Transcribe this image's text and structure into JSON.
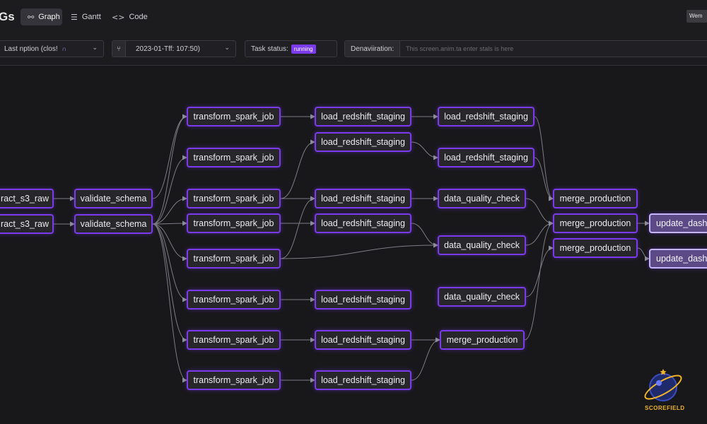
{
  "header": {
    "title": "Gs",
    "tabs": [
      {
        "label": "Graph",
        "icon": "graph-icon",
        "active": true
      },
      {
        "label": "Gantt",
        "icon": "gantt-icon",
        "active": false
      },
      {
        "label": "Code",
        "icon": "code-icon",
        "active": false
      }
    ],
    "user_label": "Wem"
  },
  "toolbar": {
    "run_select": "Last nption (clos!",
    "run_marker": "∩",
    "date_select": "2023-01-Tff: 107:50)",
    "task_status_label": "Task status:",
    "task_status_value": "running",
    "filter_label": "Denaviiration:",
    "filter_placeholder": "This screen.anim.ta enter stals is here"
  },
  "graph": {
    "accent_color": "#7c3aed",
    "nodes": {
      "e1": "ract_s3_raw",
      "e2": "ract_s3_raw",
      "v1": "validate_schema",
      "v2": "validate_schema",
      "t1": "transform_spark_job",
      "t2": "transform_spark_job",
      "t3": "transform_spark_job",
      "t4": "transform_spark_job",
      "t5": "transform_spark_job",
      "t6": "transform_spark_job",
      "t7": "transform_spark_job",
      "t8": "transform_spark_job",
      "l1": "load_redshift_staging",
      "l2": "load_redshift_staging",
      "l3": "load_redshift_staging",
      "l4": "load_redshift_staging",
      "l5": "load_redshift_staging",
      "l6": "load_redshift_staging",
      "l7": "load_redshift_staging",
      "r1": "load_redshift_staging",
      "r2": "load_redshift_staging",
      "q1": "data_quality_check",
      "q2": "data_quality_check",
      "q3": "data_quality_check",
      "m0": "merge_production",
      "m1": "merge_production",
      "m2": "merge_production",
      "m3": "merge_production",
      "u1": "update_dash",
      "u2": "update_dash"
    }
  },
  "watermark": {
    "text": "SCOREFIELD"
  }
}
